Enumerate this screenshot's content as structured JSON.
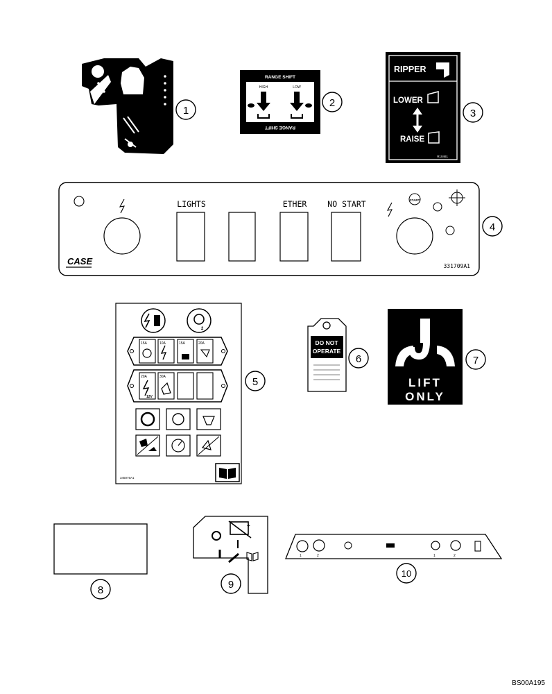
{
  "callouts": [
    "1",
    "2",
    "3",
    "4",
    "5",
    "6",
    "7",
    "8",
    "9",
    "10"
  ],
  "decal2": {
    "title_top": "RANGE SHIFT",
    "title_bottom": "RANGE SHIFT",
    "label_high": "HIGH",
    "label_low": "LOW"
  },
  "decal3": {
    "title": "RIPPER",
    "lower": "LOWER",
    "raise": "RAISE",
    "part_no": "R10461"
  },
  "panel4": {
    "lights": "LIGHTS",
    "ether": "ETHER",
    "no_start": "NO START",
    "brand": "CASE",
    "part_no": "331709A1",
    "start_badge": "START"
  },
  "decal5": {
    "fuses_row1": [
      "15A",
      "10A",
      "15A",
      "20A"
    ],
    "fuses_row2": [
      "20A",
      "30A"
    ],
    "voltage": "12V",
    "part_no": "345075A1"
  },
  "tag6": {
    "line1": "DO NOT",
    "line2": "OPERATE"
  },
  "decal7": {
    "line1": "LIFT",
    "line2": "ONLY"
  },
  "figure_code": "BS00A195"
}
